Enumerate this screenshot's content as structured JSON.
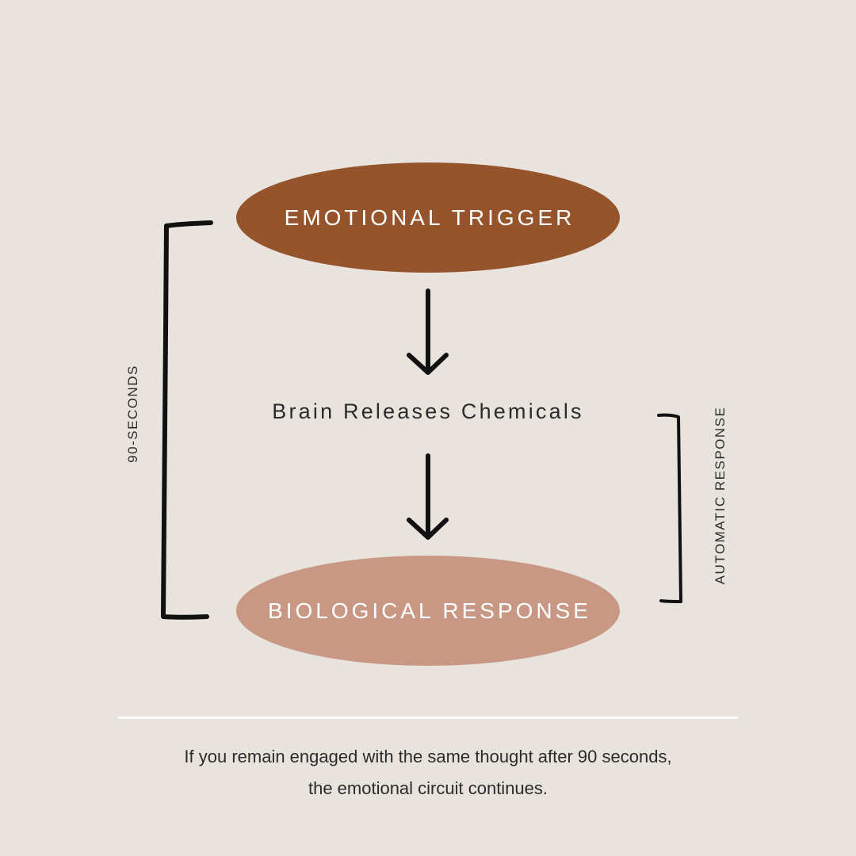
{
  "colors": {
    "background": "#e8e3dd",
    "trigger_oval": "#96542d",
    "response_oval": "#c99885",
    "ink": "#111111",
    "divider": "#ffffff"
  },
  "diagram": {
    "trigger_label": "EMOTIONAL TRIGGER",
    "middle_label": "Brain Releases Chemicals",
    "response_label": "BIOLOGICAL RESPONSE",
    "left_bracket_label": "90-SECONDS",
    "right_bracket_label": "AUTOMATIC RESPONSE"
  },
  "caption": {
    "line1": "If you remain engaged with the same thought after 90 seconds,",
    "line2": "the emotional circuit continues."
  }
}
